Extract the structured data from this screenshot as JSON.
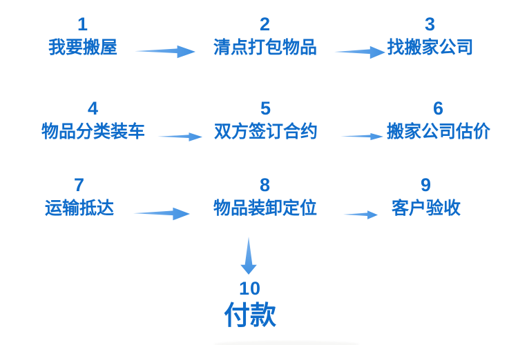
{
  "flow": {
    "title": "moving-house-process-flowchart",
    "steps": [
      {
        "number": "1",
        "label": "我要搬屋"
      },
      {
        "number": "2",
        "label": "清点打包物品"
      },
      {
        "number": "3",
        "label": "找搬家公司"
      },
      {
        "number": "4",
        "label": "物品分类装车"
      },
      {
        "number": "5",
        "label": "双方签订合约"
      },
      {
        "number": "6",
        "label": "搬家公司估价"
      },
      {
        "number": "7",
        "label": "运输抵达"
      },
      {
        "number": "8",
        "label": "物品装卸定位"
      },
      {
        "number": "9",
        "label": "客户验收"
      },
      {
        "number": "10",
        "label": "付款"
      }
    ],
    "connections": [
      {
        "from": "1",
        "to": "2",
        "direction": "right"
      },
      {
        "from": "2",
        "to": "3",
        "direction": "right"
      },
      {
        "from": "4",
        "to": "5",
        "direction": "right"
      },
      {
        "from": "5",
        "to": "6",
        "direction": "right"
      },
      {
        "from": "7",
        "to": "8",
        "direction": "right"
      },
      {
        "from": "8",
        "to": "9",
        "direction": "right"
      },
      {
        "from": "8",
        "to": "10",
        "direction": "down"
      }
    ],
    "colors": {
      "text_blue": "#0f6cca",
      "arrow_blue": "#3f90e2",
      "arrow_blue_light": "#7fb5ee",
      "background": "#ffffff"
    }
  }
}
